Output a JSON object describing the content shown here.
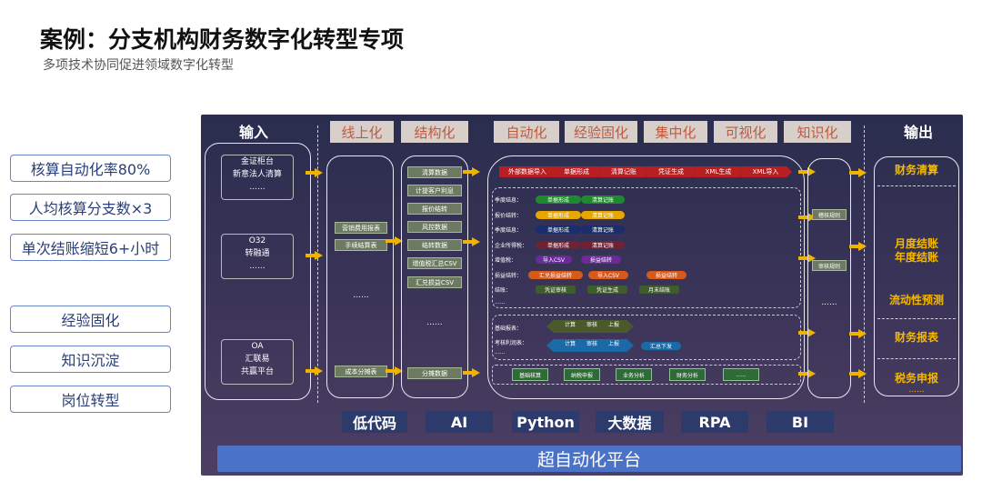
{
  "header": {
    "title": "案例：分支机构财务数字化转型专项",
    "subtitle": "多项技术协同促进领域数字化转型"
  },
  "kpis": {
    "k1": "核算自动化率80%",
    "k2": "人均核算分支数×3",
    "k3": "单次结账缩短6+小时",
    "k4": "经验固化",
    "k5": "知识沉淀",
    "k6": "岗位转型"
  },
  "diagram": {
    "input_head": "输入",
    "output_head": "输出",
    "headers": {
      "h1": "线上化",
      "h2": "结构化",
      "h3": "自动化",
      "h4": "经验固化",
      "h5": "集中化",
      "h6": "可视化",
      "h7": "知识化"
    },
    "inputs": {
      "g1a": "金证柜台",
      "g1b": "新意法人清算",
      "g1c": "......",
      "g2a": "O32",
      "g2b": "转融通",
      "g2c": "......",
      "g3a": "OA",
      "g3b": "汇联易",
      "g3c": "共赢平台"
    },
    "online": {
      "b1": "营销费用报表",
      "b2": "手续结算表",
      "dots": "......",
      "b3": "成本分摊表"
    },
    "structured": {
      "b1": "清算数据",
      "b2": "计提客户利息",
      "b3": "报价结转",
      "b4": "风控数据",
      "b5": "结转数据",
      "b6": "增值税汇总CSV",
      "b7": "汇兑损益CSV",
      "dots": "......",
      "b8": "分摊数据"
    },
    "automation": {
      "chain": [
        "外部数据导入",
        "单据形成",
        "清算记账",
        "凭证生成",
        "XML生成",
        "XML导入"
      ],
      "rows": {
        "r1": "季度结息：",
        "r2": "报价结转：",
        "r3": "季度结息：",
        "r4": "企业所得税：",
        "r5": "增值税：",
        "r6": "损益结转：",
        "r7": "结账：",
        "r8": "......"
      },
      "pills": {
        "form": "单据形成",
        "book": "清算记账",
        "csv": "导入CSV",
        "loss_book": "损益结转",
        "fx": "汇兑损益结转",
        "csv2": "导入CSV",
        "loss2": "损益结转",
        "audit": "凭证审核",
        "voucher": "凭证生成",
        "close": "月末结账"
      },
      "report": {
        "r1": "基础报表：",
        "r2": "考核利润表：",
        "r3": "......",
        "t1": "计算",
        "t2": "审核",
        "t3": "上报",
        "t4": "汇总下发"
      },
      "bottom": {
        "b1": "基础核算",
        "b2": "纳税申报",
        "b3": "业务分析",
        "b4": "财务分析",
        "b5": "......"
      }
    },
    "knowledge": {
      "k1": "稽核规则",
      "k2": "审核规则",
      "dots": "......"
    },
    "outputs": {
      "o1": "财务清算",
      "o2a": "月度结账",
      "o2b": "年度结账",
      "o3": "流动性预测",
      "o4": "财务报表",
      "o5": "税务申报",
      "dots": "......"
    },
    "tools": [
      "低代码",
      "AI",
      "Python",
      "大数据",
      "RPA",
      "BI"
    ],
    "platform": "超自动化平台"
  },
  "colors": {
    "accent_yellow": "#f0b400",
    "panel_bg": "#2e2f52",
    "platform_blue": "#4a72c6",
    "kpi_border": "#6a86c8",
    "header_text": "#c05a3c"
  }
}
